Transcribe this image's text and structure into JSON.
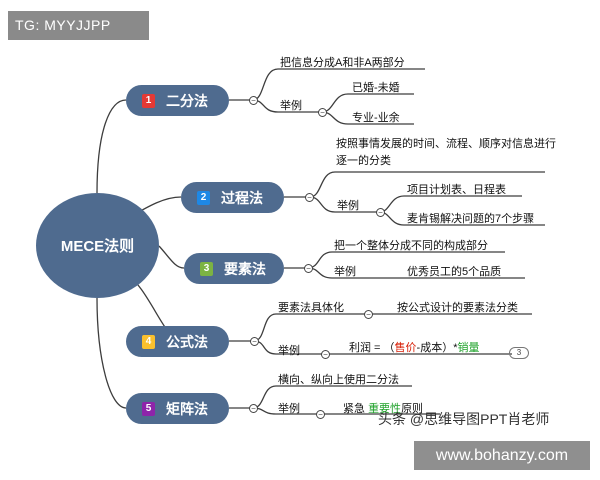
{
  "tag": "TG: MYYJJPP",
  "root": "MECE法则",
  "topics": [
    {
      "num": "1",
      "label": "二分法",
      "color": "#e53935"
    },
    {
      "num": "2",
      "label": "过程法",
      "color": "#1e88e5"
    },
    {
      "num": "3",
      "label": "要素法",
      "color": "#7cb342"
    },
    {
      "num": "4",
      "label": "公式法",
      "color": "#fbc02d"
    },
    {
      "num": "5",
      "label": "矩阵法",
      "color": "#8e24aa"
    }
  ],
  "texts": {
    "t1_a": "把信息分成A和非A两部分",
    "t1_eg": "举例",
    "t1_e1": "已婚-未婚",
    "t1_e2": "专业-业余",
    "t2_a": "按照事情发展的时间、流程、顺序对信息进行逐一的分类",
    "t2_eg": "举例",
    "t2_e1": "项目计划表、日程表",
    "t2_e2": "麦肯锡解决问题的7个步骤",
    "t3_a": "把一个整体分成不同的构成部分",
    "t3_eg": "举例",
    "t3_e1": "优秀员工的5个品质",
    "t4_a": "要素法具体化",
    "t4_a1": "按公式设计的要素法分类",
    "t4_eg": "举例",
    "t4_f1": "利润 = （",
    "t4_f2": "售价",
    "t4_f3": "-成本）*",
    "t4_f4": "销量",
    "t4_count": "3",
    "t5_a": "横向、纵向上使用二分法",
    "t5_eg": "举例",
    "t5_e1a": "紧急 ",
    "t5_e1b": "重要性",
    "t5_e1c": "原则"
  },
  "watermark": "头条 @思维导图PPT肖老师",
  "url": "www.bohanzy.com"
}
